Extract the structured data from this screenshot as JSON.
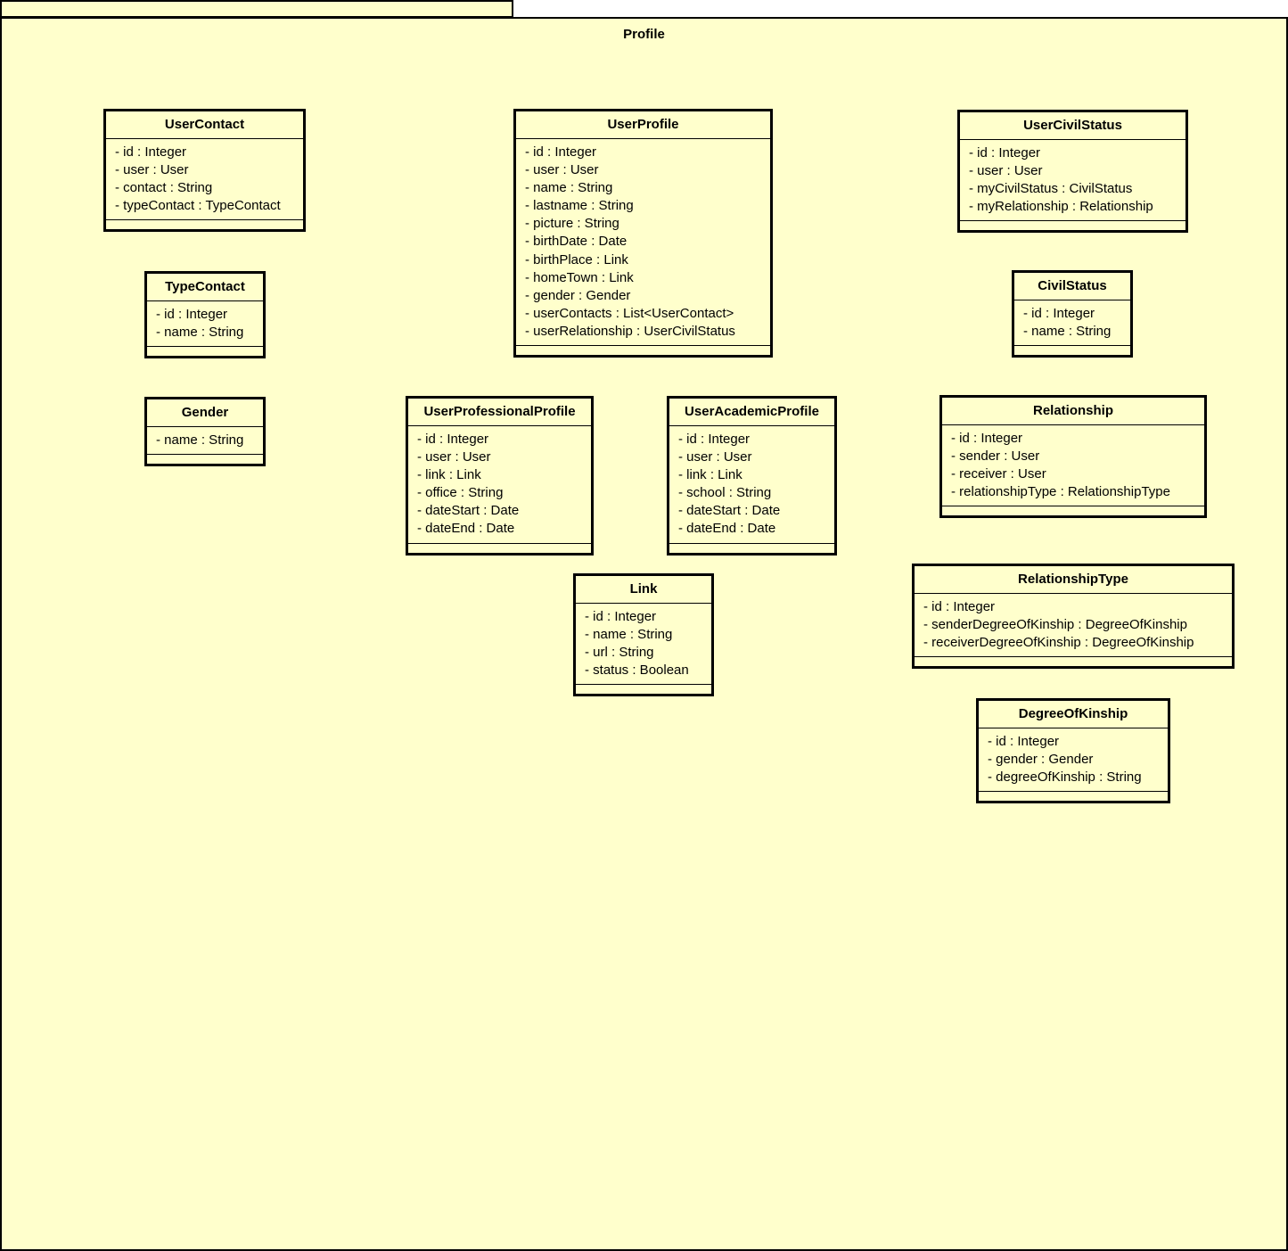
{
  "package": {
    "name": "Profile"
  },
  "classes": {
    "user_contact": {
      "name": "UserContact",
      "attributes": [
        "- id : Integer",
        "- user : User",
        "- contact : String",
        "- typeContact : TypeContact"
      ]
    },
    "type_contact": {
      "name": "TypeContact",
      "attributes": [
        "- id : Integer",
        "- name : String"
      ]
    },
    "gender": {
      "name": "Gender",
      "attributes": [
        "- name : String"
      ]
    },
    "user_profile": {
      "name": "UserProfile",
      "attributes": [
        "- id : Integer",
        "- user : User",
        "- name : String",
        "- lastname : String",
        "- picture : String",
        "- birthDate : Date",
        "- birthPlace : Link",
        "- homeTown : Link",
        "- gender : Gender",
        "- userContacts : List<UserContact>",
        "- userRelationship : UserCivilStatus"
      ]
    },
    "user_professional_profile": {
      "name": "UserProfessionalProfile",
      "attributes": [
        "- id : Integer",
        "- user : User",
        "- link : Link",
        "- office : String",
        "- dateStart : Date",
        "- dateEnd : Date"
      ]
    },
    "user_academic_profile": {
      "name": "UserAcademicProfile",
      "attributes": [
        "- id : Integer",
        "- user : User",
        "- link : Link",
        "- school : String",
        "- dateStart : Date",
        "- dateEnd : Date"
      ]
    },
    "link": {
      "name": "Link",
      "attributes": [
        "- id : Integer",
        "- name : String",
        "- url : String",
        "- status : Boolean"
      ]
    },
    "user_civil_status": {
      "name": "UserCivilStatus",
      "attributes": [
        "- id : Integer",
        "- user : User",
        "- myCivilStatus : CivilStatus",
        "- myRelationship : Relationship"
      ]
    },
    "civil_status": {
      "name": "CivilStatus",
      "attributes": [
        "- id : Integer",
        "- name : String"
      ]
    },
    "relationship": {
      "name": "Relationship",
      "attributes": [
        "- id : Integer",
        "- sender : User",
        "- receiver : User",
        "- relationshipType : RelationshipType"
      ]
    },
    "relationship_type": {
      "name": "RelationshipType",
      "attributes": [
        "- id : Integer",
        "- senderDegreeOfKinship : DegreeOfKinship",
        "- receiverDegreeOfKinship : DegreeOfKinship"
      ]
    },
    "degree_of_kinship": {
      "name": "DegreeOfKinship",
      "attributes": [
        "- id : Integer",
        "- gender : Gender",
        "- degreeOfKinship : String"
      ]
    }
  }
}
